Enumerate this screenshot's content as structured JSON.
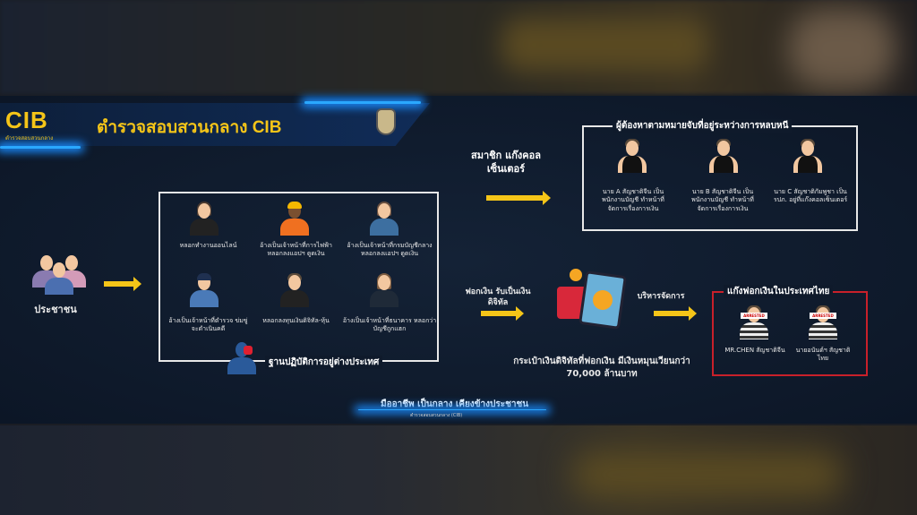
{
  "header": {
    "logo": "CIB",
    "logo_sub": "ตำรวจสอบสวนกลาง",
    "title": "ตำรวจสอบสวนกลาง CIB"
  },
  "victims": {
    "label": "ประชาชน"
  },
  "scams": [
    {
      "text": "หลอกทำงานออนไลน์"
    },
    {
      "text": "อ้างเป็นเจ้าหน้าที่การไฟฟ้า หลอกลงแอปฯ ดูดเงิน"
    },
    {
      "text": "อ้างเป็นเจ้าหน้าที่กรมบัญชีกลาง หลอกลงแอปฯ ดูดเงิน"
    },
    {
      "text": "อ้างเป็นเจ้าหน้าที่ตำรวจ ข่มขู่จะดำเนินคดี"
    },
    {
      "text": "หลอกลงทุนเงินดิจิทัล-หุ้น"
    },
    {
      "text": "อ้างเป็นเจ้าหน้าที่ธนาคาร หลอกว่าบัญชีถูกแฮก"
    }
  ],
  "base_label": "ฐานปฏิบัติการอยู่ต่างประเทศ",
  "members_label": "สมาชิก แก๊งคอลเซ็นเตอร์",
  "wanted": {
    "title": "ผู้ต้องหาตามหมายจับที่อยู่ระหว่างการหลบหนี",
    "people": [
      {
        "text": "นาย A สัญชาติจีน เป็นพนักงานบัญชี ทำหน้าที่จัดการเรื่องการเงิน"
      },
      {
        "text": "นาย B สัญชาติจีน เป็นพนักงานบัญชี ทำหน้าที่จัดการเรื่องการเงิน"
      },
      {
        "text": "นาย C สัญชาติกัมพูชา เป็น รปภ. อยู่ที่แก๊งคอลเซ็นเตอร์"
      }
    ]
  },
  "laundering_label": "ฟอกเงิน รับเป็นเงินดิจิทัล",
  "wallet_caption": "กระเป๋าเงินดิจิทัลที่ฟอกเงิน มีเงินหมุนเวียนกว่า 70,000 ล้านบาท",
  "manage_label": "บริหารจัดการ",
  "thai_gang": {
    "title": "แก๊งฟอกเงินในประเทศไทย",
    "arrested_tag": "ARRESTED",
    "people": [
      {
        "text": "MR.CHEN สัญชาติจีน"
      },
      {
        "text": "นายอนันต์ฯ สัญชาติไทย"
      }
    ]
  },
  "footer": {
    "slogan": "มืออาชีพ เป็นกลาง เคียงข้างประชาชน",
    "sub": "ตำรวจสอบสวนกลาง (CIB)"
  }
}
